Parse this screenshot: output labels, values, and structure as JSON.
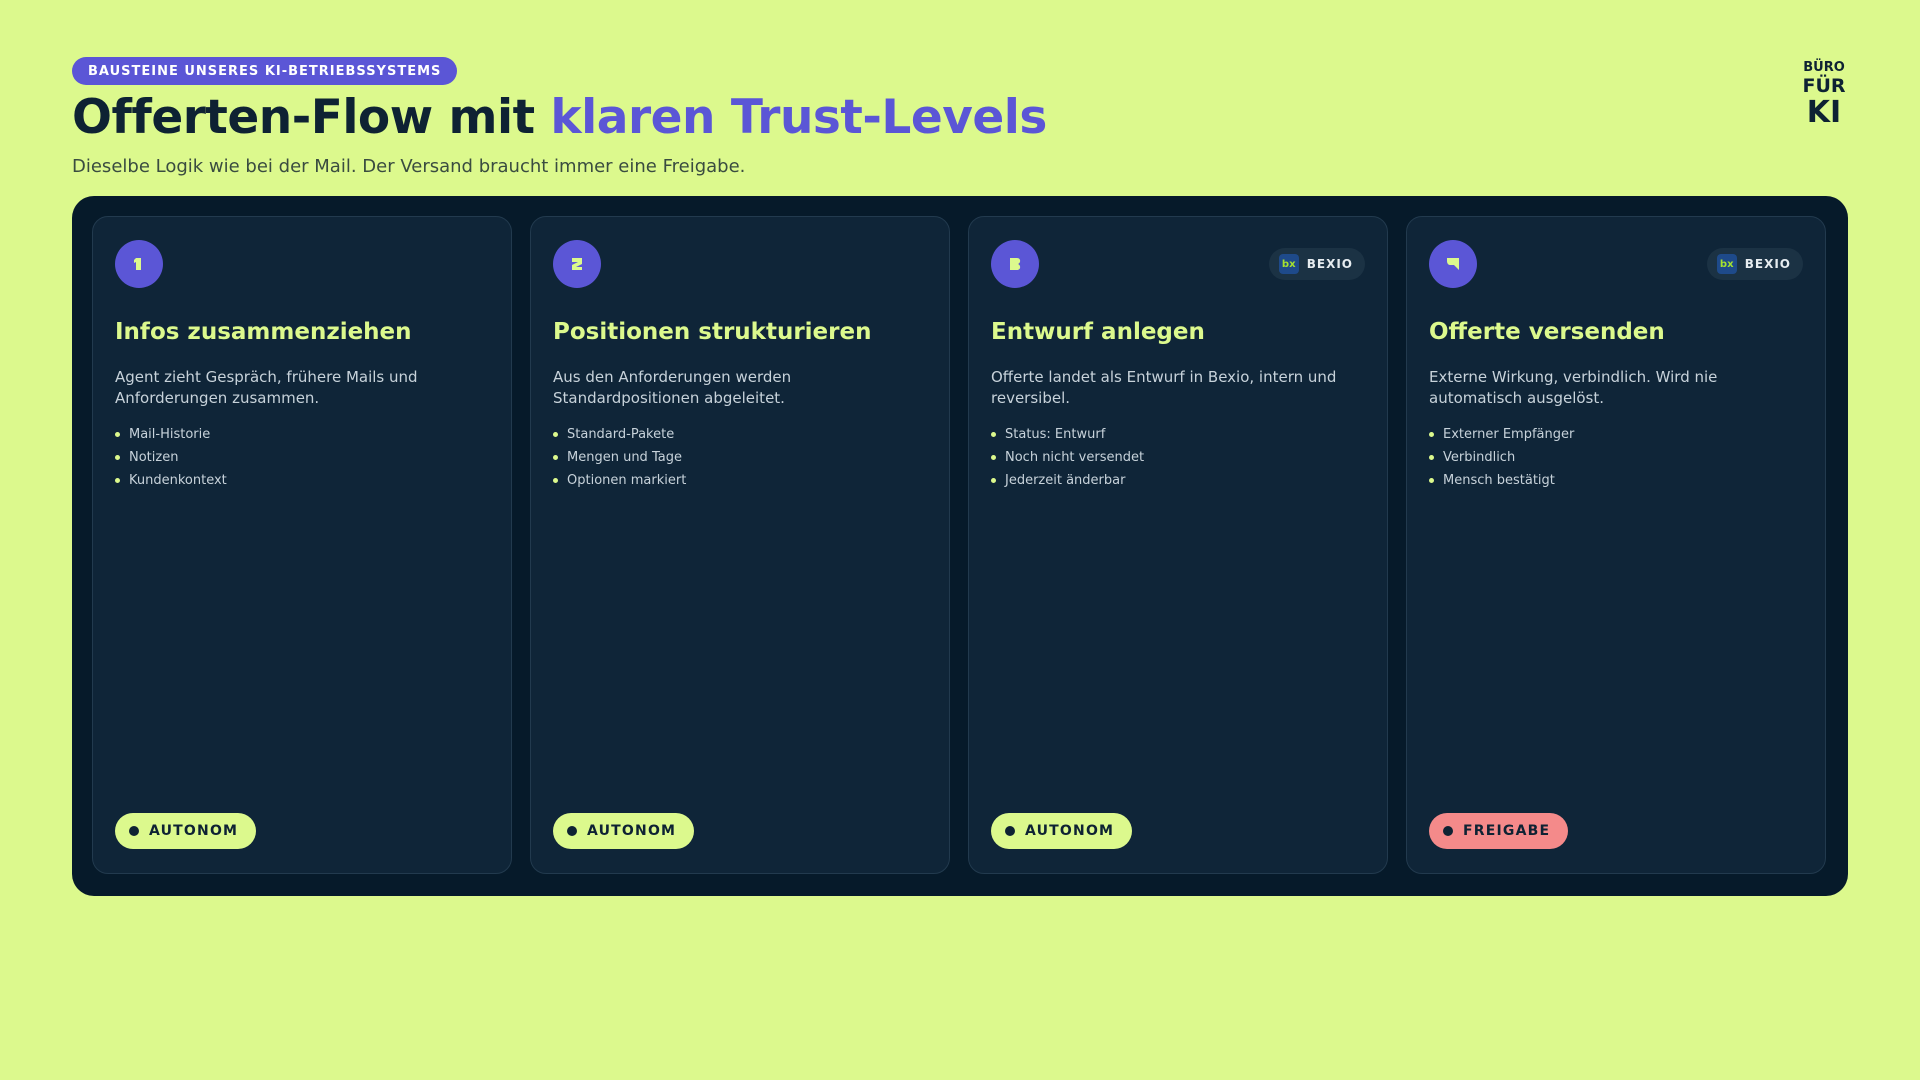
{
  "header": {
    "eyebrow": "BAUSTEINE UNSERES KI-BETRIEBSSYSTEMS",
    "title_main": "Offerten-Flow mit ",
    "title_accent": "klaren Trust-Levels",
    "subtitle": "Dieselbe Logik wie bei der Mail. Der Versand braucht immer eine Freigabe."
  },
  "logo": {
    "lines": [
      "BÜRO",
      "FÜR",
      "KI"
    ]
  },
  "colors": {
    "background": "#dcf98d",
    "accent": "#5b56d6",
    "board": "#061a2a",
    "card": "#0f2538",
    "status_autonom": "#dcf98d",
    "status_freigabe": "#f48a8a"
  },
  "cards": [
    {
      "step_icon": "step-1-icon",
      "title": "Infos zusammenziehen",
      "description": "Agent zieht Gespräch, frühere Mails und Anforderungen zusammen.",
      "bullets": [
        "Mail-Historie",
        "Notizen",
        "Kundenkontext"
      ],
      "status": "AUTONOM"
    },
    {
      "step_icon": "step-2-icon",
      "title": "Positionen strukturieren",
      "description": "Aus den Anforderungen werden Standardpositionen abgeleitet.",
      "bullets": [
        "Standard-Pakete",
        "Mengen und Tage",
        "Optionen markiert"
      ],
      "status": "AUTONOM"
    },
    {
      "step_icon": "step-3-icon",
      "title": "Entwurf anlegen",
      "tool": {
        "logo": "bx",
        "label": "BEXIO"
      },
      "description": "Offerte landet als Entwurf in Bexio, intern und reversibel.",
      "bullets": [
        "Status: Entwurf",
        "Noch nicht versendet",
        "Jederzeit änderbar"
      ],
      "status": "AUTONOM"
    },
    {
      "step_icon": "step-4-icon",
      "title": "Offerte versenden",
      "tool": {
        "logo": "bx",
        "label": "BEXIO"
      },
      "description": "Externe Wirkung, verbindlich. Wird nie automatisch ausgelöst.",
      "bullets": [
        "Externer Empfänger",
        "Verbindlich",
        "Mensch bestätigt"
      ],
      "status": "FREIGABE"
    }
  ]
}
